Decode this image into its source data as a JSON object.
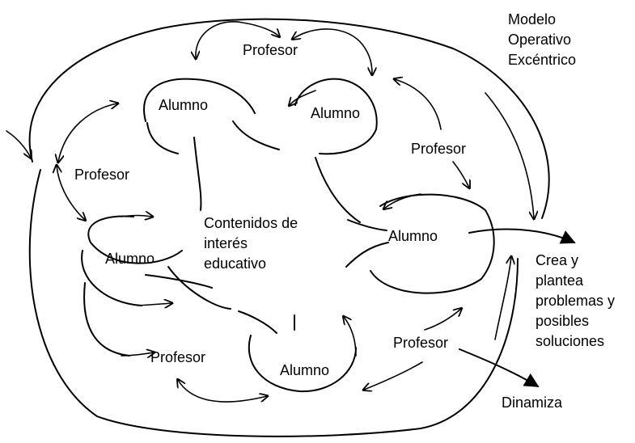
{
  "diagram": {
    "title": "Modelo\nOperativo\nExcéntrico",
    "center": "Contenidos de\ninterés\neducativo",
    "nodes": {
      "profesor_top": "Profesor",
      "profesor_left": "Profesor",
      "profesor_right": "Profesor",
      "profesor_bottom_left": "Profesor",
      "profesor_bottom_right": "Profesor",
      "alumno_top_left": "Alumno",
      "alumno_top_mid": "Alumno",
      "alumno_right": "Alumno",
      "alumno_left": "Alumno",
      "alumno_bottom": "Alumno"
    },
    "outputs": {
      "crea": "Crea y\nplantea\nproblemas y\nposibles\nsoluciones",
      "dinamiza": "Dinamiza"
    },
    "colors": {
      "ink": "#000000",
      "background": "#ffffff"
    }
  }
}
